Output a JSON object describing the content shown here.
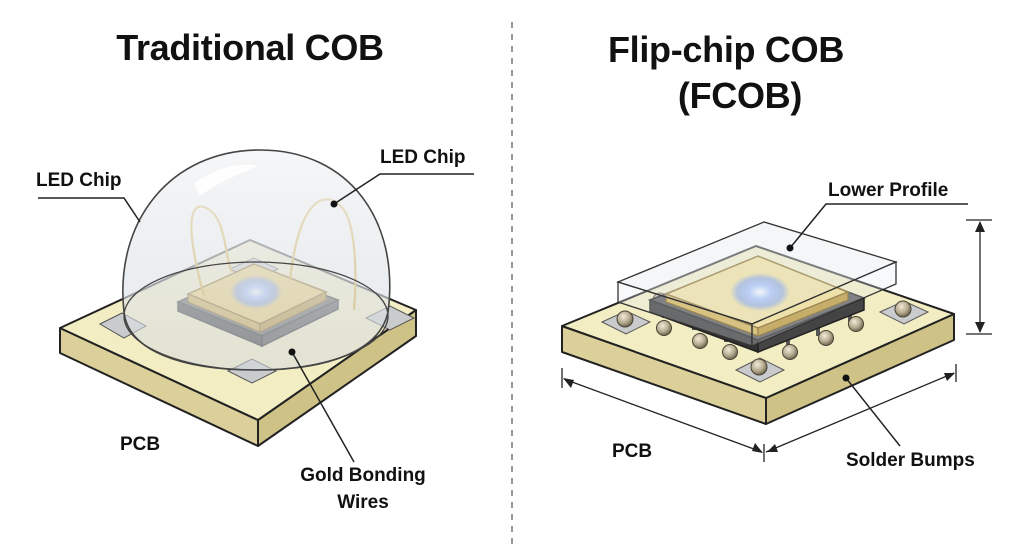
{
  "left": {
    "title": "Traditional COB",
    "labels": {
      "led_chip_left": "LED Chip",
      "led_chip_right": "LED Chip",
      "pcb": "PCB",
      "gold_wires_line1": "Gold Bonding",
      "gold_wires_line2": "Wires"
    }
  },
  "right": {
    "title_line1": "Flip-chip COB",
    "title_line2": "(FCOB)",
    "labels": {
      "lower_profile": "Lower Profile",
      "pcb": "PCB",
      "solder_bumps": "Solder Bumps"
    }
  },
  "colors": {
    "pcb_top": "#f3edc4",
    "pcb_side": "#dcd09a",
    "pad": "#c9cbcc",
    "chip_gold": "#e9c864",
    "chip_dark": "#3c3c3c",
    "gold_wire": "#d6a630",
    "led_glow": "#6f9bff",
    "dome": "#e6eaee"
  }
}
